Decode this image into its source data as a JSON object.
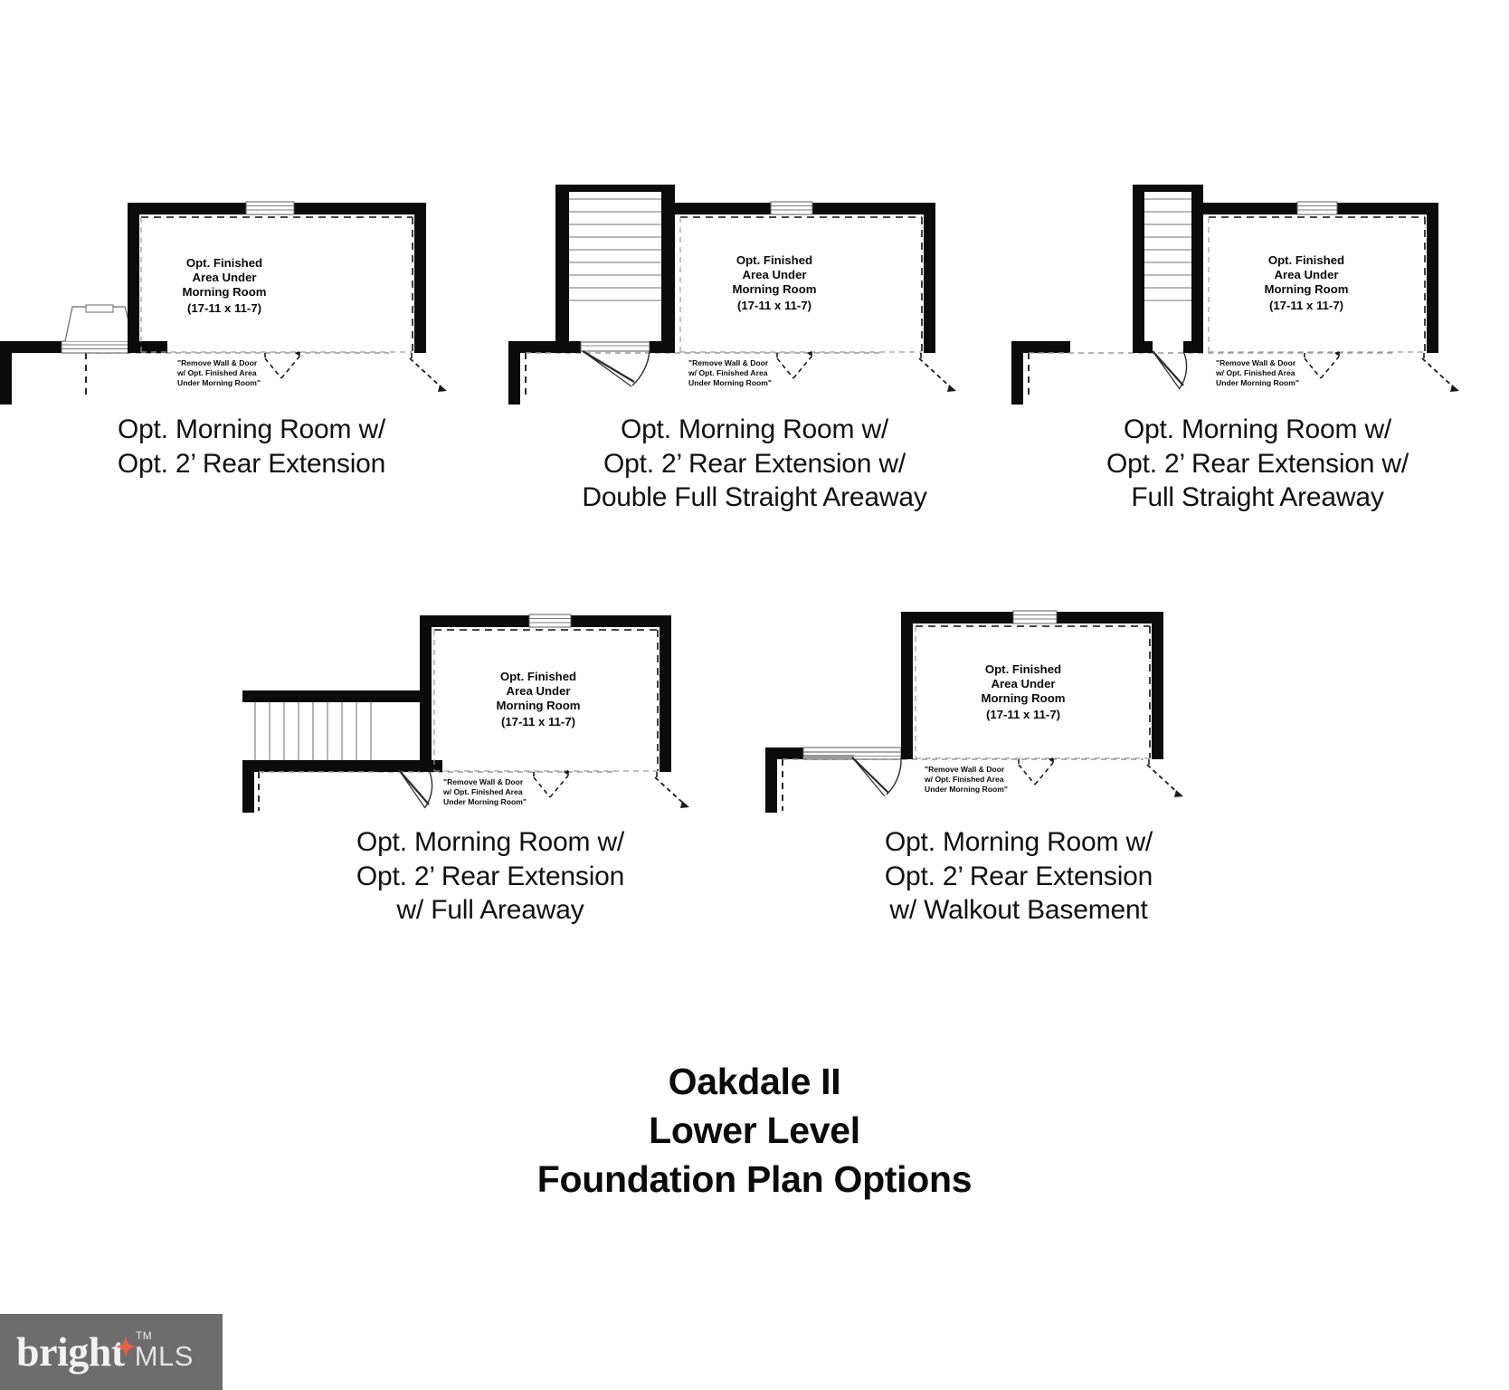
{
  "title_block": {
    "lines": [
      "Oakdale II",
      "Lower Level",
      "Foundation Plan Options"
    ]
  },
  "room_label": {
    "line1": "Opt. Finished",
    "line2": "Area Under",
    "line3": "Morning Room",
    "dimensions": "(17-11 x 11-7)"
  },
  "wall_note": {
    "line1": "\"Remove Wall & Door",
    "line2": "w/ Opt. Finished Area",
    "line3": "Under Morning Room\""
  },
  "plans": [
    {
      "id": "plan-bilco",
      "caption_lines": [
        "Opt. Morning Room w/",
        "Opt. 2’ Rear Extension"
      ]
    },
    {
      "id": "plan-double-full-straight-areaway",
      "caption_lines": [
        "Opt. Morning Room w/",
        "Opt. 2’ Rear Extension w/",
        "Double Full Straight Areaway"
      ]
    },
    {
      "id": "plan-full-straight-areaway",
      "caption_lines": [
        "Opt. Morning Room w/",
        "Opt. 2’ Rear Extension w/",
        "Full Straight Areaway"
      ]
    },
    {
      "id": "plan-full-areaway",
      "caption_lines": [
        "Opt. Morning Room w/",
        "Opt. 2’ Rear Extension",
        "w/ Full Areaway"
      ]
    },
    {
      "id": "plan-walkout-basement",
      "caption_lines": [
        "Opt. Morning Room w/",
        "Opt. 2’ Rear Extension",
        "w/ Walkout Basement"
      ]
    }
  ],
  "watermark": {
    "brand": "bright",
    "trademark": "TM",
    "suffix": "MLS",
    "bg_color": "#6d6d6d",
    "star_color": "#e8613c",
    "text_color": "#f2f2f2"
  },
  "colors": {
    "wall": "#0b0b0b",
    "dashed_interior": "#2b2b2b",
    "light_gray_line": "#9a9a9a",
    "background": "#ffffff"
  }
}
